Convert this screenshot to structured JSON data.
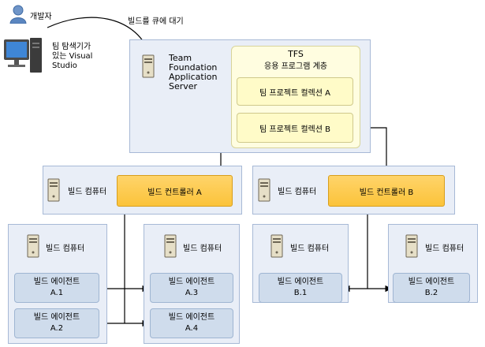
{
  "developer": {
    "label": "개발자",
    "computer_lines": [
      "팀 탐색기가",
      "있는 Visual",
      "Studio"
    ]
  },
  "queue_label": "빌드를 큐에 대기",
  "app_server": {
    "label_lines": [
      "Team",
      "Foundation",
      "Application",
      "Server"
    ],
    "tfs_title": "TFS",
    "tfs_subtitle": "응용 프로그램 계층",
    "collection_a": "팀 프로젝트 컬렉션 A",
    "collection_b": "팀 프로젝트 컬렉션 B"
  },
  "build_computer_label": "빌드 컴퓨터",
  "controller_a": "빌드 컨트롤러 A",
  "controller_b": "빌드 컨트롤러 B",
  "agent_label": "빌드 에이전트",
  "agents": [
    "A.1",
    "A.2",
    "A.3",
    "A.4",
    "B.1",
    "B.2"
  ]
}
